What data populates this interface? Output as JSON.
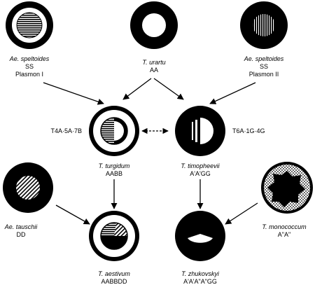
{
  "colors": {
    "ink": "#000000",
    "paper": "#ffffff",
    "dotted_fill": "#b5b5b5"
  },
  "nodes": [
    {
      "id": "ae-speltoides-1",
      "species": "Ae. speltoides",
      "genome": "SS",
      "extra": "Plasmon I",
      "pattern": "horizontal-stripes-core"
    },
    {
      "id": "t-urartu",
      "species": "T. urartu",
      "genome": "AA",
      "extra": "",
      "pattern": "black-ring"
    },
    {
      "id": "ae-speltoides-2",
      "species": "Ae. speltoides",
      "genome": "SS",
      "extra": "Plasmon II",
      "pattern": "black-with-vertical-stripes"
    },
    {
      "id": "t-turgidum",
      "species": "T. turgidum",
      "genome": "AABB",
      "extra": "",
      "pattern": "half-striped-half-white",
      "side_label": "T4A·5A·7B"
    },
    {
      "id": "t-timopheevii",
      "species": "T. timopheevii",
      "genome": "A'A'GG",
      "extra": "",
      "pattern": "black-with-white-half",
      "side_label": "T6A·1G·4G"
    },
    {
      "id": "ae-tauschii",
      "species": "Ae. tauschii",
      "genome": "DD",
      "extra": "",
      "pattern": "black-ring-hatched-core"
    },
    {
      "id": "t-aestivum",
      "species": "T. aestivum",
      "genome": "AABBDD",
      "extra": "",
      "pattern": "ring-with-mixed-core"
    },
    {
      "id": "t-zhukovskyi",
      "species": "T. zhukovskyi",
      "genome": "A'A'A\"A\"GG",
      "extra": "",
      "pattern": "black-with-white-wedge"
    },
    {
      "id": "t-monococcum",
      "species": "T. monococcum",
      "genome": "A\"A\"",
      "extra": "",
      "pattern": "dotted-ring-black-core"
    }
  ],
  "arrows": [
    {
      "from": "ae-speltoides-1",
      "to": "t-turgidum"
    },
    {
      "from": "t-urartu",
      "to": "t-turgidum"
    },
    {
      "from": "t-urartu",
      "to": "t-timopheevii"
    },
    {
      "from": "ae-speltoides-2",
      "to": "t-timopheevii"
    },
    {
      "from": "t-turgidum",
      "to": "t-timopheevii",
      "style": "dashed-bidirectional"
    },
    {
      "from": "t-turgidum",
      "to": "t-aestivum"
    },
    {
      "from": "ae-tauschii",
      "to": "t-aestivum"
    },
    {
      "from": "t-timopheevii",
      "to": "t-zhukovskyi"
    },
    {
      "from": "t-monococcum",
      "to": "t-zhukovskyi"
    }
  ]
}
